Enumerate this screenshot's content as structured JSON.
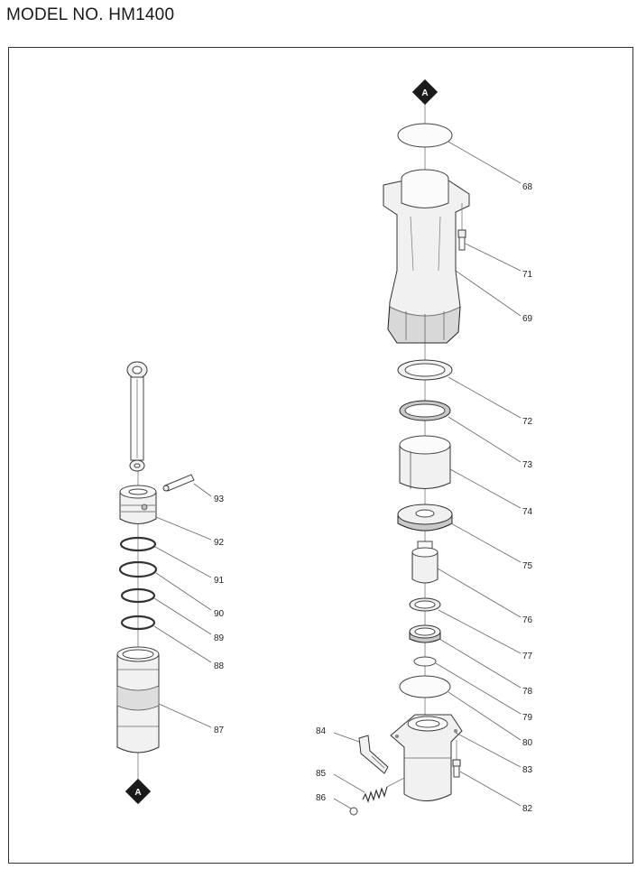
{
  "header": {
    "model_title": "MODEL NO. HM1400"
  },
  "diagram": {
    "reference_marker": "A",
    "parts": {
      "p68": "68",
      "p71": "71",
      "p69": "69",
      "p72": "72",
      "p73": "73",
      "p74": "74",
      "p75": "75",
      "p76": "76",
      "p77": "77",
      "p78": "78",
      "p79": "79",
      "p80": "80",
      "p83": "83",
      "p82": "82",
      "p84": "84",
      "p85": "85",
      "p86": "86",
      "p93": "93",
      "p92": "92",
      "p91": "91",
      "p90": "90",
      "p89": "89",
      "p88": "88",
      "p87": "87"
    }
  }
}
